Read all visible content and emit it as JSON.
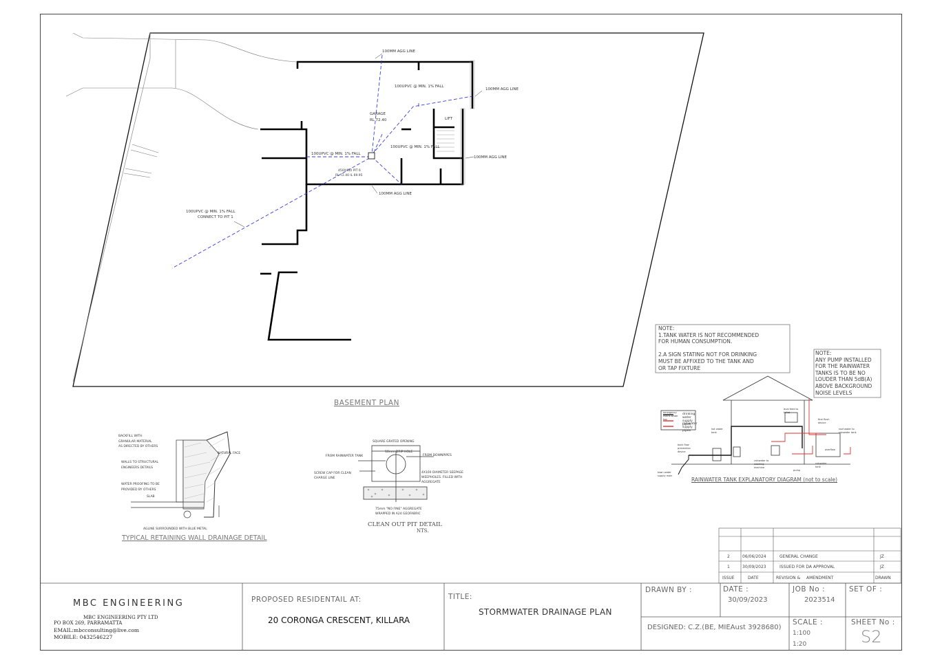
{
  "plan": {
    "title": "BASEMENT PLAN",
    "labels": {
      "agg_top": "100MM AGG LINE",
      "pvc_top": "100UPVC @ MIN. 1% FALL",
      "agg_right_top": "100MM AGG LINE",
      "garage": "GARAGE",
      "garage_rl": "RL 72.40",
      "lift": "LIFT",
      "pvc_left": "100UPVC @ MIN. 1% FALL",
      "pvc_mid": "100UPVC @ MIN. 1% FALL",
      "agg_right": "100MM AGG LINE",
      "pit_1": "450X450 PIT 6",
      "pit_2": "RL 72.40 IL 69.95",
      "agg_bottom": "100MM AGG LINE",
      "pvc_connect_1": "100UPVC @ MIN. 1% FALL",
      "pvc_connect_2": "CONNECT TO PIT 1"
    }
  },
  "retaining_detail": {
    "title": "TYPICAL RETAINING WALL DRAINAGE DETAIL",
    "backfill": "BACKFILL WITH\nGRANULAR MATERIAL\nAS DIRECTED BY OTHERS",
    "walls": "WALLS TO STRUCTURAL\nENGINEERS DETAILS",
    "waterproofing": "WATER PROOFING TO BE\nPROVIDED BY OTHERS",
    "slab": "SLAB",
    "natural_face": "NATURAL FACE",
    "agline": "AGLINE SURROUNDED WITH BLUE METAL"
  },
  "pit_detail": {
    "title": "CLEAN  OUT  PIT  DETAIL",
    "subtitle": "NTS.",
    "grated": "SQUARE GRATED OPENING",
    "drip": "10mm DRIP HOLE",
    "from_tank": "FROM RAINWATER TANK",
    "from_downpipes": "FROM DOWNPIPES",
    "screw_cap": "SCREW CAP FOR CLEAN\nCHARGE LINE",
    "weepholes": "4X100 DIAMETER SEEPAGE\nWEEPHOLES. FILLED WITH\nAGGREGATE",
    "aggregate": "75mm \"NO FINE\" AGGREGATE\nWRAPPED IN A24 GEOFABRIC"
  },
  "notes": {
    "note1": "NOTE:\n1.TANK WATER IS NOT RECOMMENDED\nFOR HUMAN CONSUMPTION.\n\n2.A SIGN STATING NOT FOR DRINKING\nMUST BE AFFIXED TO THE TANK AND\nOR TAP FIXTURE",
    "note2": "NOTE:\nANY PUMP INSTALLED\nFOR THE RAINWATER\nTANKS IS TO BE NO\nLOUDER THAN 5dB(A)\nABOVE BACKGROUND\nNOISE LEVELS"
  },
  "tank_diagram": {
    "title": "RAINWATER TANK EXPLANATORY DIAGRAM (not to scale)",
    "legend_1": "drinking water supply pipes",
    "legend_2": "rainwater supply pipes",
    "legend_3": "emergency mains water top",
    "labels": {
      "dual_feed": "dual feed to toilet",
      "hot_water": "hot water tank",
      "rainwater_tank": "rainwater to washing machine",
      "pump": "pump",
      "first_flush": "first flush device",
      "roof_water": "roof water to rainwater tank",
      "overflow": "overflow",
      "backflow": "back flow prevention device",
      "supply": "town water supply main",
      "tank": "rainwater tank"
    }
  },
  "revisions": {
    "rows": [
      {
        "issue": "2",
        "date": "06/06/2024",
        "description": "GENERAL CHANGE",
        "by": "JZ"
      },
      {
        "issue": "1",
        "date": "30/09/2023",
        "description": "ISSUED FOR DA APPROVAL",
        "by": "JZ"
      }
    ],
    "headers": {
      "issue": "ISSUE",
      "date": "DATE",
      "revision": "REVISION &",
      "amendment": "AMENDMENT",
      "drawn": "DRAWN"
    }
  },
  "title_block": {
    "company": "MBC ENGINEERING",
    "company_sub": "MBC ENGINEERING PTY LTD",
    "po_box": "PO BOX 269, PARRAMATTA",
    "email": "EMAIL:mbcconsulting@live.com",
    "mobile": "MOBILE:  0432546227",
    "proposed_label": "PROPOSED RESIDENTAIL AT:",
    "address": "20 CORONGA CRESCENT, KILLARA",
    "title_label": "TITLE:",
    "title": "STORMWATER DRAINAGE PLAN",
    "drawn_by_label": "DRAWN BY :",
    "designed": "DESIGNED: C.Z.(BE, MIEAust 3928680)",
    "date_label": "DATE :",
    "date": "30/09/2023",
    "job_label": "JOB No :",
    "job": "2023514",
    "set_label": "SET OF :",
    "scale_label": "SCALE :",
    "scale_1": "1:100",
    "scale_2": "1:20",
    "sheet_label": "SHEET No :",
    "sheet": "S2"
  }
}
